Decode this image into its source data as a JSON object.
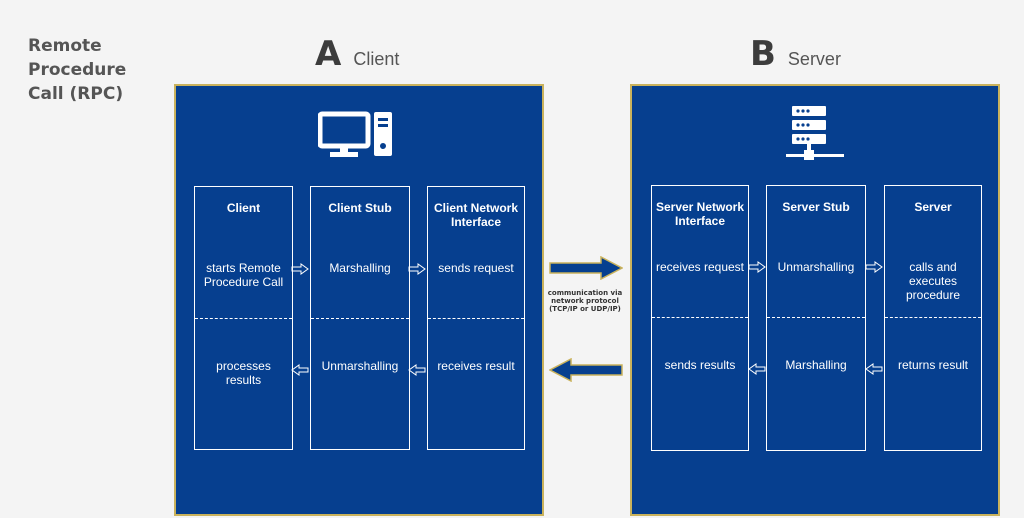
{
  "diagram": {
    "title": "Remote Procedure Call (RPC)",
    "client": {
      "letter": "A",
      "name": "Client",
      "icon": "computer-icon",
      "columns": [
        {
          "title": "Client",
          "top": "starts Remote Procedure Call",
          "bottom": "processes results"
        },
        {
          "title": "Client Stub",
          "top": "Marshalling",
          "bottom": "Unmarshalling"
        },
        {
          "title": "Client Network Interface",
          "top": "sends request",
          "bottom": "receives result"
        }
      ]
    },
    "server": {
      "letter": "B",
      "name": "Server",
      "icon": "server-rack-icon",
      "columns": [
        {
          "title": "Server Network Interface",
          "top": "receives request",
          "bottom": "sends results"
        },
        {
          "title": "Server Stub",
          "top": "Unmarshalling",
          "bottom": "Marshalling"
        },
        {
          "title": "Server",
          "top": "calls and executes procedure",
          "bottom": "returns result"
        }
      ]
    },
    "communication_label": "communication via network protocol (TCP/IP or UDP/IP)",
    "colors": {
      "panel": "#063f8f",
      "panel_border": "#c9b25c",
      "text": "#ffffff"
    }
  }
}
